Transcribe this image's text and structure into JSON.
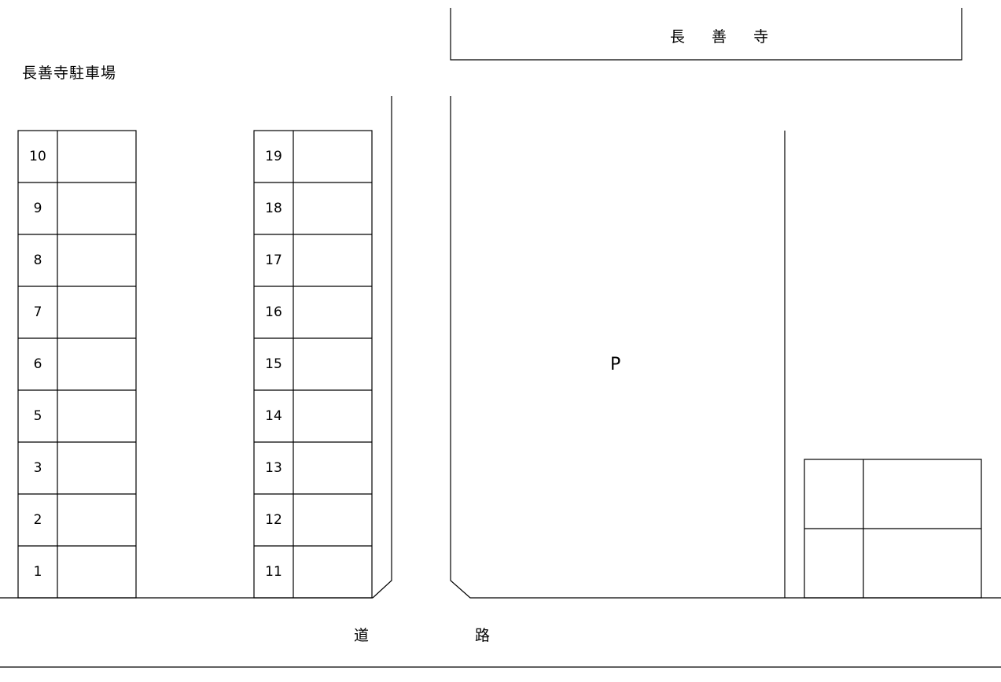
{
  "title": "長善寺駐車場",
  "temple_label": "長 善 寺",
  "parking_label": "P",
  "road_labels": [
    "道",
    "路"
  ],
  "left_column": {
    "spaces": [
      "10",
      "9",
      "8",
      "7",
      "6",
      "5",
      "3",
      "2",
      "1"
    ]
  },
  "middle_column": {
    "spaces": [
      "19",
      "18",
      "17",
      "16",
      "15",
      "14",
      "13",
      "12",
      "11"
    ]
  },
  "colors": {
    "line": "#000000",
    "background": "#ffffff"
  }
}
